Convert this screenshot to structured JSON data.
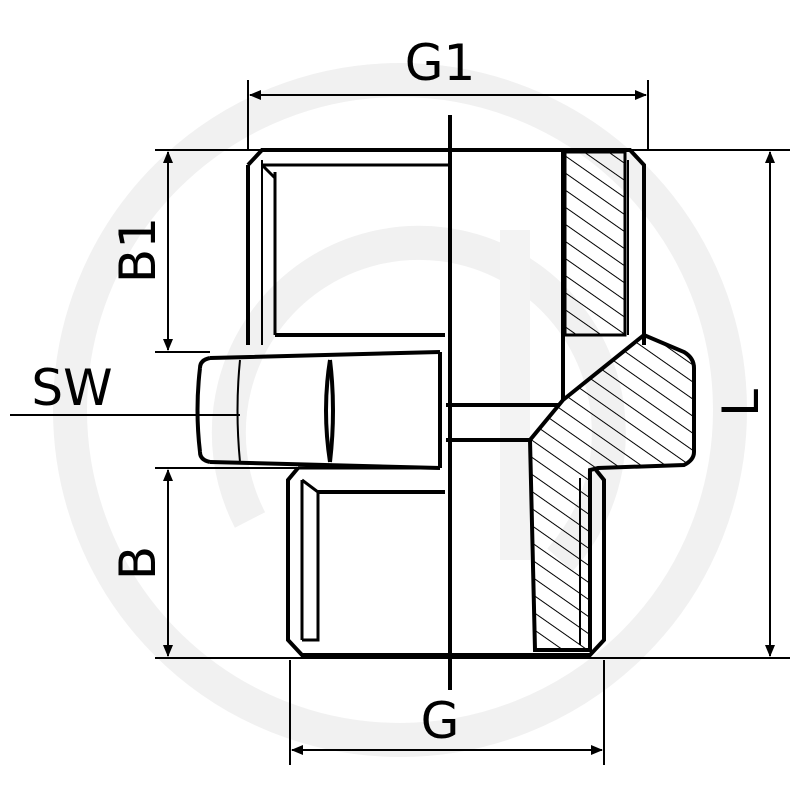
{
  "labels": {
    "g1": "G1",
    "b1": "B1",
    "sw": "SW",
    "b": "B",
    "l": "L",
    "g": "G"
  },
  "watermark_color": "#f2f2f2",
  "line_color": "#000000"
}
